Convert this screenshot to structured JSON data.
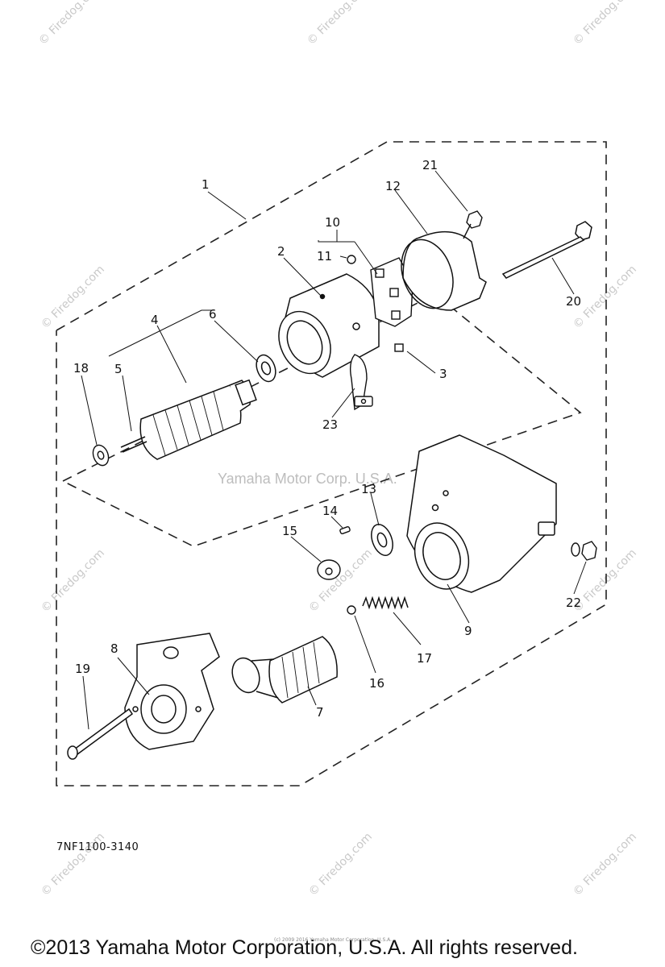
{
  "watermarks": {
    "site": "© Firedog.com",
    "center": "Yamaha Motor Corp. U.S.A."
  },
  "callouts": [
    "1",
    "2",
    "3",
    "4",
    "5",
    "6",
    "7",
    "8",
    "9",
    "10",
    "11",
    "12",
    "13",
    "14",
    "15",
    "16",
    "17",
    "18",
    "19",
    "20",
    "21",
    "22",
    "23"
  ],
  "part_code": "7NF1100-3140",
  "copyright": "©2013 Yamaha Motor Corporation, U.S.A. All rights reserved.",
  "fine_print": "(c) 2009 2016 Yamaha Motor Corporation, U.S.A."
}
